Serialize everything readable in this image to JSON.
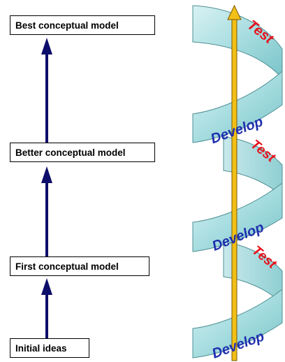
{
  "stages": [
    {
      "label": "Best conceptual model"
    },
    {
      "label": "Better conceptual model"
    },
    {
      "label": "First conceptual model"
    },
    {
      "label": "Initial ideas"
    }
  ],
  "spiral": {
    "test_label": "Test",
    "develop_label": "Develop",
    "test_color": "#e8121b",
    "develop_color": "#1f2fae",
    "ribbon_color": "#a9dcdf",
    "axis_color": "#f2bf17"
  },
  "arrow_color": "#0d0d6b"
}
